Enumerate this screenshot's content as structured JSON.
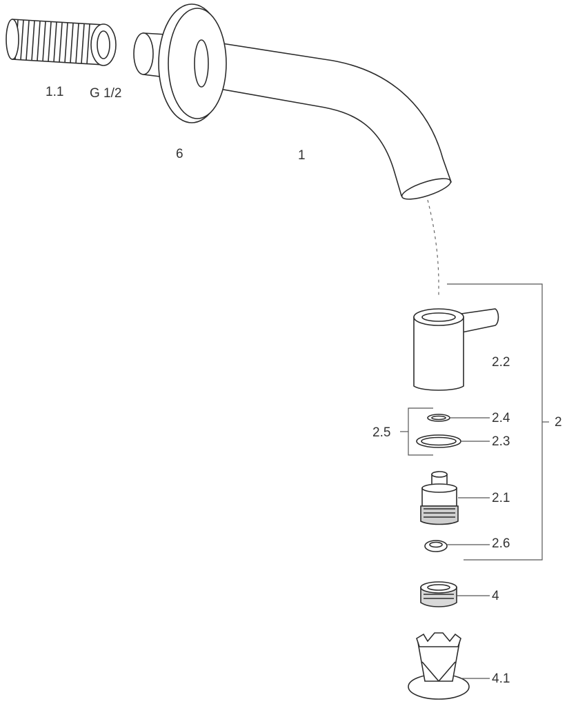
{
  "diagram": {
    "labels": {
      "thread_insert": "1.1",
      "thread_size": "G 1/2",
      "rosette": "6",
      "spout": "1",
      "handle": "2.2",
      "seal_set": "2.5",
      "small_ring": "2.4",
      "large_ring": "2.3",
      "cartridge": "2.1",
      "washer": "2.6",
      "assembly": "2",
      "aerator": "4",
      "aerator_key": "4.1"
    }
  }
}
